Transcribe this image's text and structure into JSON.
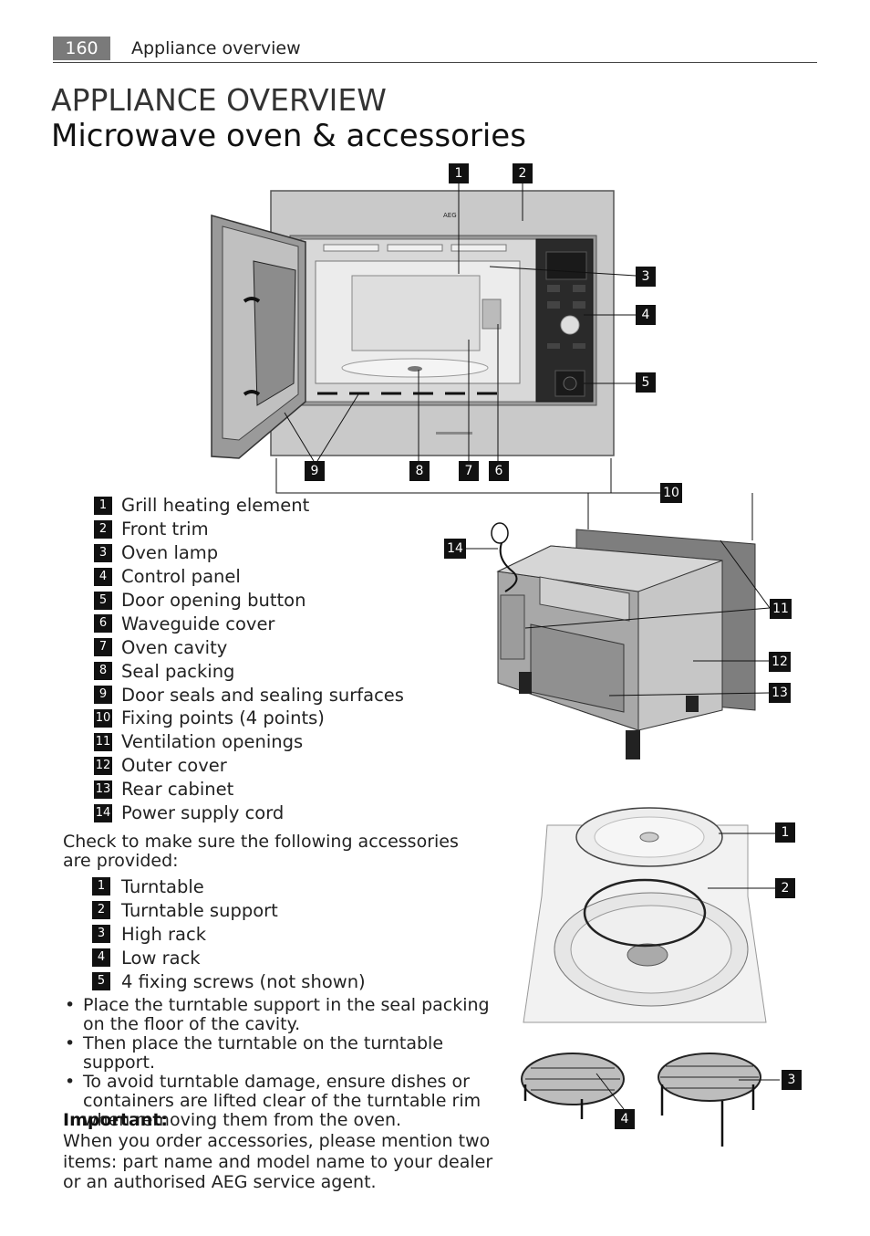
{
  "header": {
    "page_number": "160",
    "running_title": "Appliance overview"
  },
  "title": "APPLIANCE OVERVIEW",
  "subtitle": "Microwave oven & accessories",
  "oven_brand": "AEG",
  "oven_callouts": [
    "1",
    "2",
    "3",
    "4",
    "5",
    "6",
    "7",
    "8",
    "9",
    "10",
    "11",
    "12",
    "13",
    "14"
  ],
  "legend": [
    {
      "num": "1",
      "label": "Grill heating element"
    },
    {
      "num": "2",
      "label": "Front trim"
    },
    {
      "num": "3",
      "label": "Oven lamp"
    },
    {
      "num": "4",
      "label": "Control panel"
    },
    {
      "num": "5",
      "label": "Door opening button"
    },
    {
      "num": "6",
      "label": "Waveguide cover"
    },
    {
      "num": "7",
      "label": "Oven cavity"
    },
    {
      "num": "8",
      "label": "Seal packing"
    },
    {
      "num": "9",
      "label": "Door seals and sealing surfaces"
    },
    {
      "num": "10",
      "label": "Fixing points (4 points)"
    },
    {
      "num": "11",
      "label": "Ventilation openings"
    },
    {
      "num": "12",
      "label": "Outer cover"
    },
    {
      "num": "13",
      "label": "Rear cabinet"
    },
    {
      "num": "14",
      "label": "Power supply cord"
    }
  ],
  "accessories_intro": "Check to make sure the following accessories are provided:",
  "accessories": [
    {
      "num": "1",
      "label": "Turntable"
    },
    {
      "num": "2",
      "label": "Turntable support"
    },
    {
      "num": "3",
      "label": "High rack"
    },
    {
      "num": "4",
      "label": "Low rack"
    },
    {
      "num": "5",
      "label": "4 fixing screws (not shown)"
    }
  ],
  "accessory_callouts": [
    "1",
    "2",
    "3",
    "4"
  ],
  "bullets": [
    "Place the turntable support in the seal packing on the floor of the cavity.",
    "Then place the turntable on the turntable support.",
    "To avoid turntable damage, ensure dishes or containers are lifted clear of the turntable rim when removing them from the oven."
  ],
  "important_label": "Important:",
  "important_text": "When you order accessories, please mention two items: part name and model name to your dealer or an authorised AEG service agent."
}
